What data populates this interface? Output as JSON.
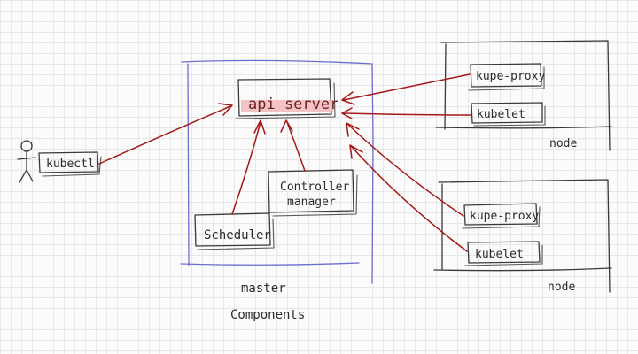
{
  "diagram": {
    "kubectl_label": "kubectl",
    "api_server_label": "api server",
    "controller_manager_line1": "Controller",
    "controller_manager_line2": "manager",
    "scheduler_label": "Scheduler",
    "master_line1": "master",
    "master_line2": "Components",
    "node1": {
      "kube_proxy_label": "kupe-proxy",
      "kubelet_label": "kubelet",
      "node_label": "node"
    },
    "node2": {
      "kube_proxy_label": "kupe-proxy",
      "kubelet_label": "kubelet",
      "node_label": "node"
    }
  },
  "colors": {
    "arrow": "#a5181a",
    "master_box": "#6d6ed1",
    "highlight": "#f2b9bb",
    "ink": "#2b2b2b"
  }
}
